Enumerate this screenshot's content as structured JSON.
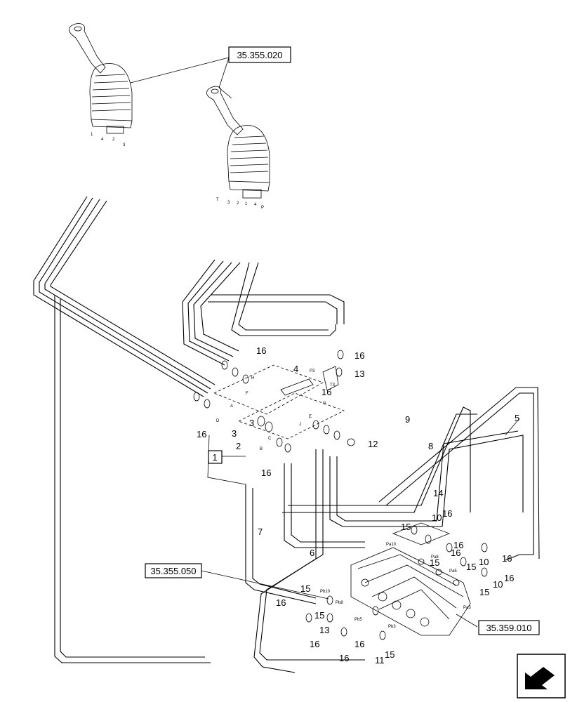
{
  "references": {
    "top_joystick": "35.355.020",
    "valve_fitting": "35.355.050",
    "control_valve": "35.359.010",
    "assembly_item": "1"
  },
  "callouts": [
    "2",
    "3",
    "3",
    "4",
    "5",
    "6",
    "7",
    "8",
    "9",
    "10",
    "10",
    "10",
    "11",
    "12",
    "13",
    "13",
    "14",
    "15",
    "15",
    "15",
    "15",
    "15",
    "16",
    "16",
    "16",
    "16",
    "16",
    "16",
    "16",
    "16",
    "16",
    "16"
  ],
  "port_labels": [
    "Pa10",
    "Pa8",
    "Pa5",
    "Pa3",
    "Pb10",
    "Pb8",
    "Pb5",
    "Pb3",
    "P3",
    "T3"
  ],
  "joystick_pin_labels_left": [
    "1",
    "4",
    "2",
    "3"
  ],
  "joystick_pin_labels_right": [
    "T",
    "3",
    "2",
    "1",
    "4",
    "P"
  ],
  "manifold_labels": [
    "A",
    "B",
    "C",
    "D",
    "E",
    "F",
    "G",
    "H",
    "J"
  ],
  "nav_icon": "next-page-arrow-icon"
}
